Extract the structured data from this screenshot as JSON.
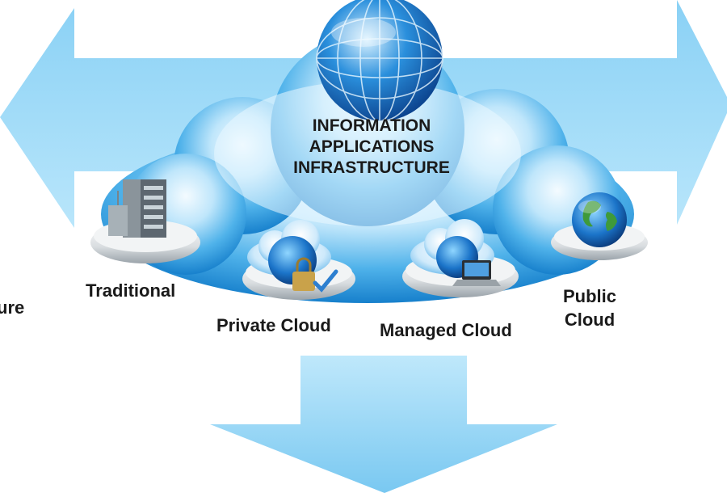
{
  "center": {
    "line1": "INFORMATION",
    "line2": "APPLICATIONS",
    "line3": "INFRASTRUCTURE"
  },
  "nodes": {
    "traditional": {
      "label": "Traditional",
      "icon": "office-building-icon"
    },
    "private_cloud": {
      "label": "Private Cloud",
      "icon": "locked-cloud-icon"
    },
    "managed_cloud": {
      "label": "Managed Cloud",
      "icon": "laptop-cloud-icon"
    },
    "public_cloud": {
      "label_line1": "Public",
      "label_line2": "Cloud",
      "icon": "globe-icon"
    }
  },
  "partial_left_text": "ure",
  "colors": {
    "arrow": "#8fd3f4",
    "cloud_dark": "#1f8fd6",
    "cloud_light": "#dff3ff",
    "label_text": "#1a1a1a"
  }
}
